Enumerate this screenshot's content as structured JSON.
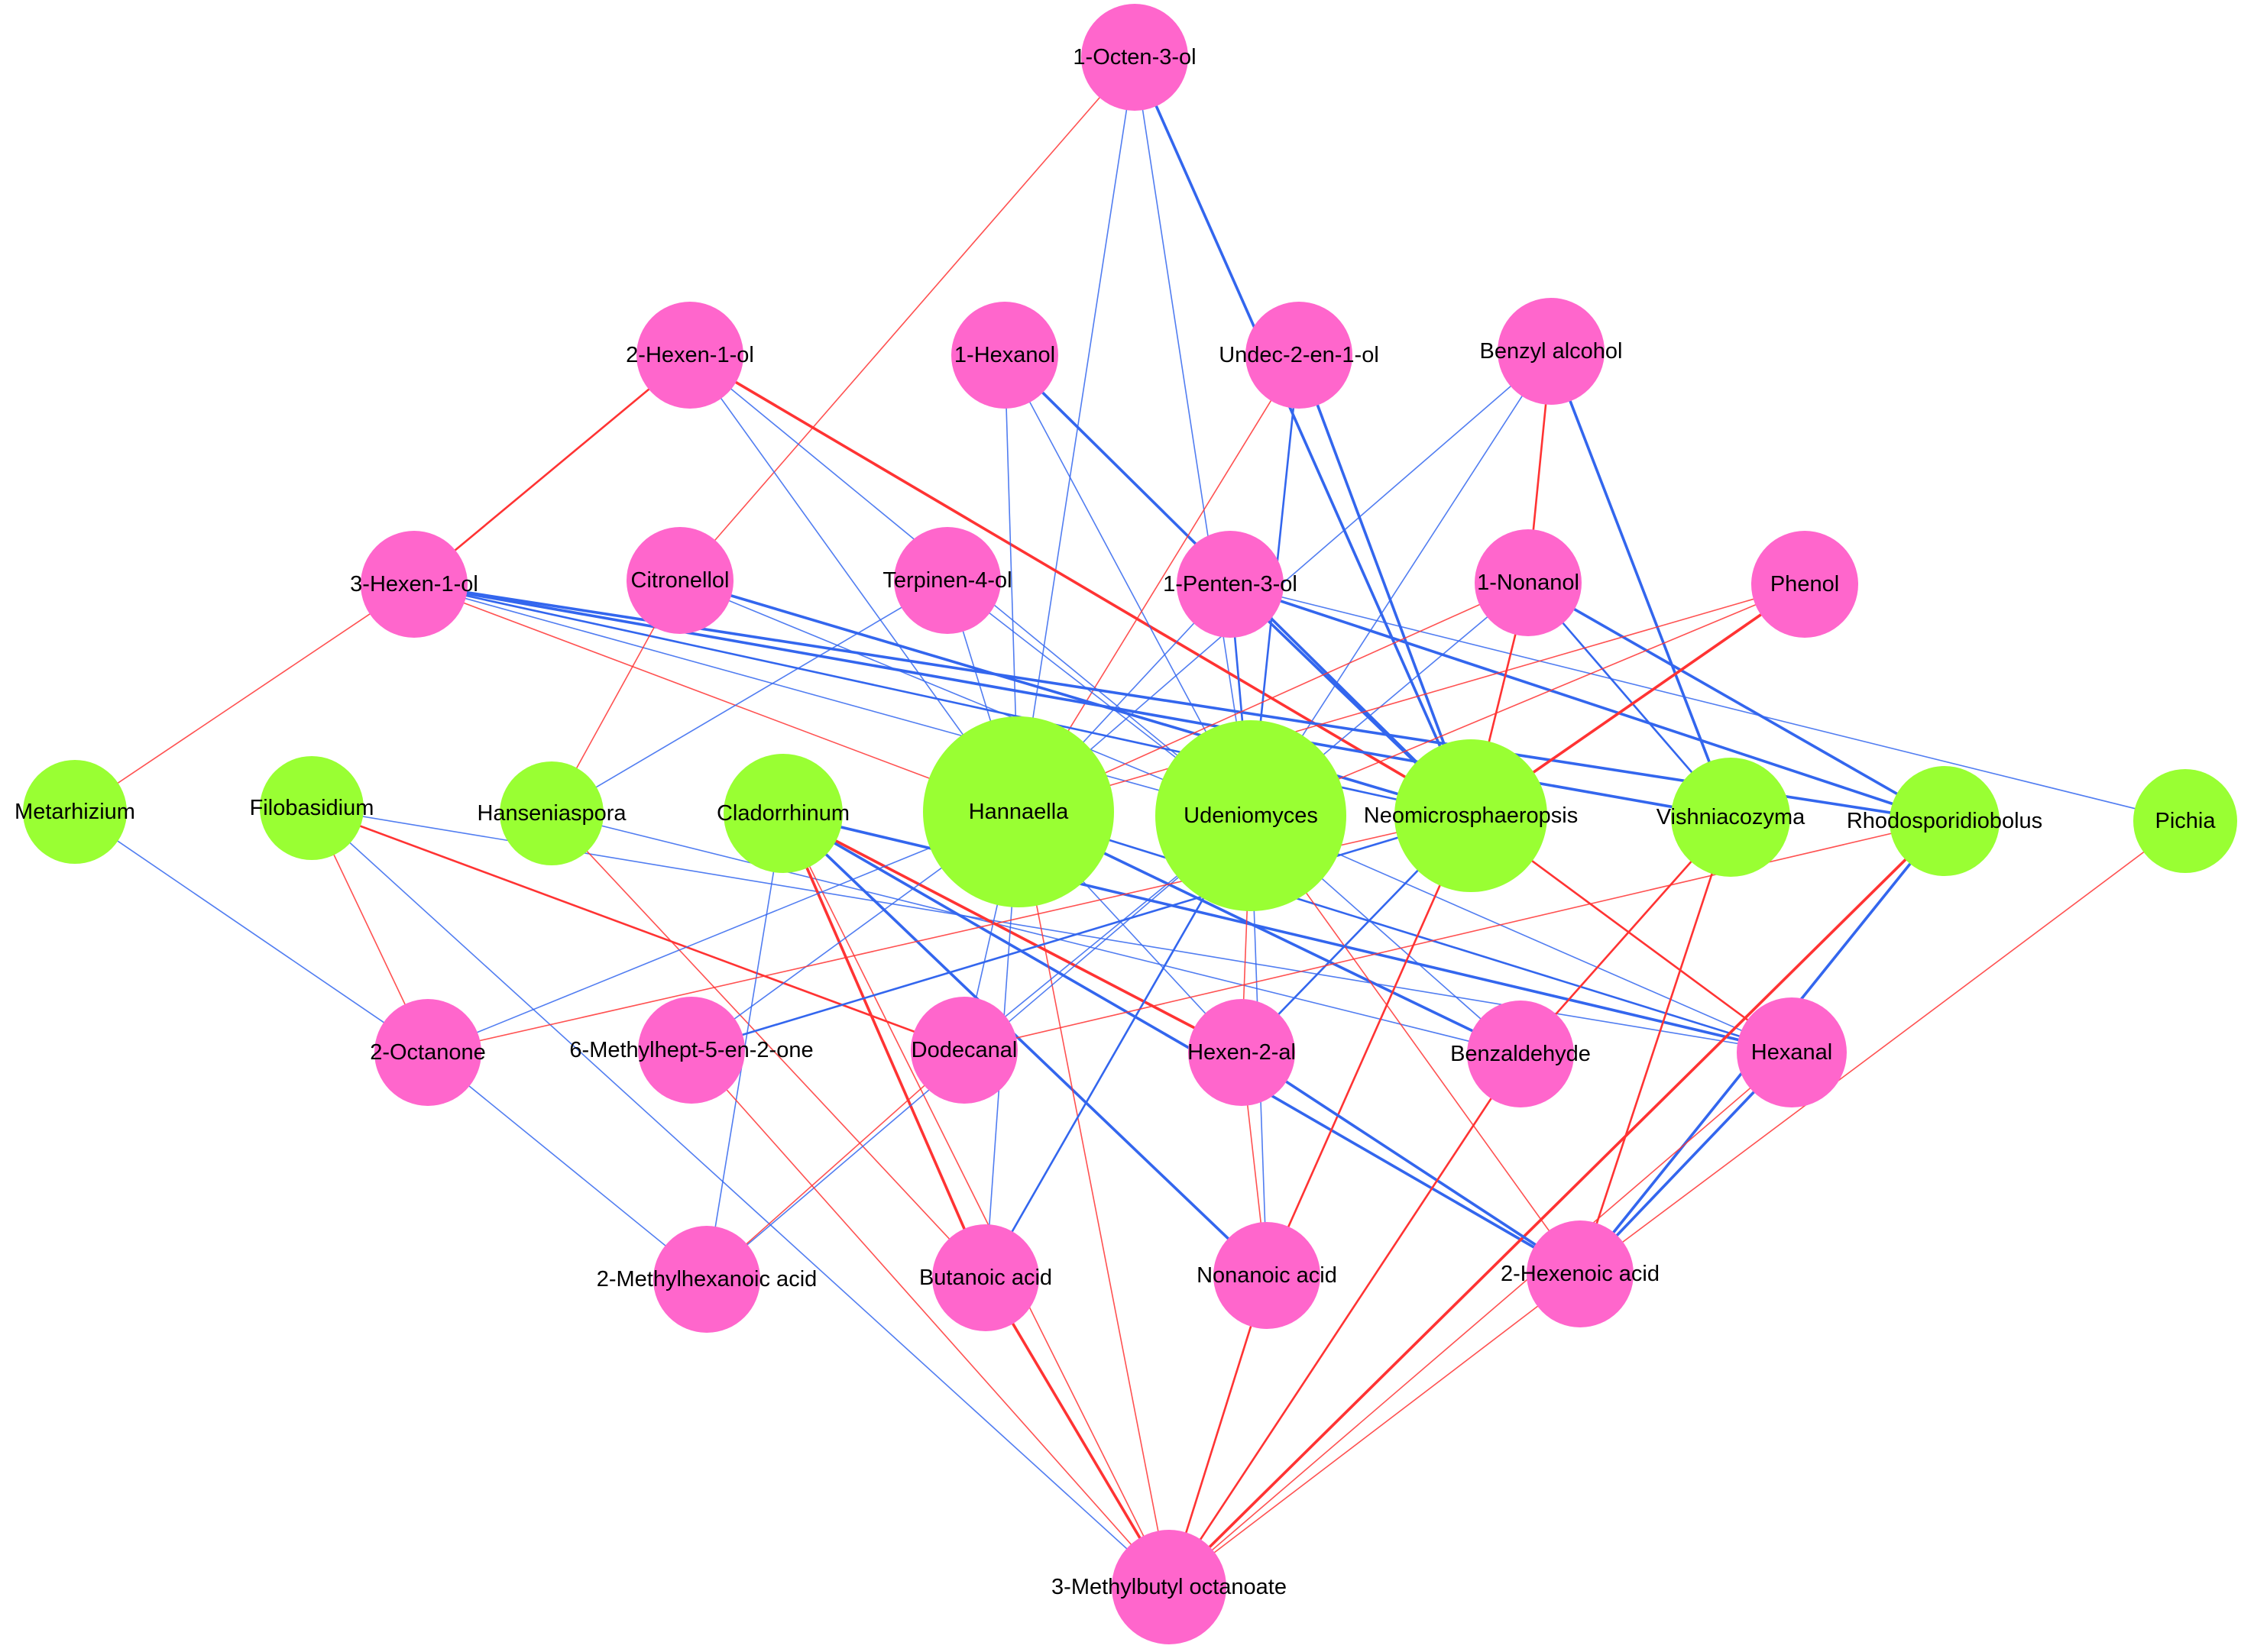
{
  "colors": {
    "compound": "#ff66cc",
    "microbe": "#99ff33",
    "positive": "#ff3333",
    "negative": "#3366ee"
  },
  "nodes": [
    {
      "id": "oct",
      "label": "1-Octen-3-ol",
      "kind": "compound"
    },
    {
      "id": "hx2",
      "label": "2-Hexen-1-ol",
      "kind": "compound"
    },
    {
      "id": "hex1",
      "label": "1-Hexanol",
      "kind": "compound"
    },
    {
      "id": "und",
      "label": "Undec-2-en-1-ol",
      "kind": "compound"
    },
    {
      "id": "benzA",
      "label": "Benzyl alcohol",
      "kind": "compound"
    },
    {
      "id": "hx3",
      "label": "3-Hexen-1-ol",
      "kind": "compound"
    },
    {
      "id": "cit",
      "label": "Citronellol",
      "kind": "compound"
    },
    {
      "id": "ter",
      "label": "Terpinen-4-ol",
      "kind": "compound"
    },
    {
      "id": "pen",
      "label": "1-Penten-3-ol",
      "kind": "compound"
    },
    {
      "id": "non1",
      "label": "1-Nonanol",
      "kind": "compound"
    },
    {
      "id": "phe",
      "label": "Phenol",
      "kind": "compound"
    },
    {
      "id": "met",
      "label": "Metarhizium",
      "kind": "microbe"
    },
    {
      "id": "fil",
      "label": "Filobasidium",
      "kind": "microbe"
    },
    {
      "id": "hans",
      "label": "Hanseniaspora",
      "kind": "microbe"
    },
    {
      "id": "clad",
      "label": "Cladorrhinum",
      "kind": "microbe"
    },
    {
      "id": "hann",
      "label": "Hannaella",
      "kind": "microbe"
    },
    {
      "id": "ude",
      "label": "Udeniomyces",
      "kind": "microbe"
    },
    {
      "id": "neo",
      "label": "Neomicrosphaeropsis",
      "kind": "microbe"
    },
    {
      "id": "vis",
      "label": "Vishniacozyma",
      "kind": "microbe"
    },
    {
      "id": "rho",
      "label": "Rhodosporidiobolus",
      "kind": "microbe"
    },
    {
      "id": "pic",
      "label": "Pichia",
      "kind": "microbe"
    },
    {
      "id": "oc2",
      "label": "2-Octanone",
      "kind": "compound"
    },
    {
      "id": "mhe",
      "label": "6-Methylhept-5-en-2-one",
      "kind": "compound"
    },
    {
      "id": "dod",
      "label": "Dodecanal",
      "kind": "compound"
    },
    {
      "id": "hxal2",
      "label": "Hexen-2-al",
      "kind": "compound"
    },
    {
      "id": "bzal",
      "label": "Benzaldehyde",
      "kind": "compound"
    },
    {
      "id": "hxl",
      "label": "Hexanal",
      "kind": "compound"
    },
    {
      "id": "mha",
      "label": "2-Methylhexanoic acid",
      "kind": "compound"
    },
    {
      "id": "but",
      "label": "Butanoic acid",
      "kind": "compound"
    },
    {
      "id": "nona",
      "label": "Nonanoic acid",
      "kind": "compound"
    },
    {
      "id": "hxa",
      "label": "2-Hexenoic acid",
      "kind": "compound"
    },
    {
      "id": "mbo",
      "label": "3-Methylbutyl octanoate",
      "kind": "compound"
    }
  ],
  "edges": [
    {
      "source": "oct",
      "target": "cit",
      "sign": "positive",
      "weight": 1
    },
    {
      "source": "oct",
      "target": "hann",
      "sign": "negative",
      "weight": 1
    },
    {
      "source": "oct",
      "target": "ude",
      "sign": "negative",
      "weight": 1
    },
    {
      "source": "oct",
      "target": "neo",
      "sign": "negative",
      "weight": 3
    },
    {
      "source": "hx2",
      "target": "hx3",
      "sign": "positive",
      "weight": 2
    },
    {
      "source": "hx2",
      "target": "neo",
      "sign": "positive",
      "weight": 3
    },
    {
      "source": "hx2",
      "target": "hann",
      "sign": "negative",
      "weight": 1
    },
    {
      "source": "hx2",
      "target": "ude",
      "sign": "negative",
      "weight": 1
    },
    {
      "source": "hex1",
      "target": "hann",
      "sign": "negative",
      "weight": 1
    },
    {
      "source": "hex1",
      "target": "ude",
      "sign": "negative",
      "weight": 1
    },
    {
      "source": "hex1",
      "target": "neo",
      "sign": "negative",
      "weight": 3
    },
    {
      "source": "und",
      "target": "hann",
      "sign": "positive",
      "weight": 1
    },
    {
      "source": "und",
      "target": "ude",
      "sign": "negative",
      "weight": 2
    },
    {
      "source": "und",
      "target": "neo",
      "sign": "negative",
      "weight": 3
    },
    {
      "source": "benzA",
      "target": "non1",
      "sign": "positive",
      "weight": 2
    },
    {
      "source": "benzA",
      "target": "vis",
      "sign": "negative",
      "weight": 3
    },
    {
      "source": "benzA",
      "target": "ude",
      "sign": "negative",
      "weight": 1
    },
    {
      "source": "benzA",
      "target": "hann",
      "sign": "negative",
      "weight": 1
    },
    {
      "source": "hx3",
      "target": "met",
      "sign": "positive",
      "weight": 1
    },
    {
      "source": "hx3",
      "target": "vis",
      "sign": "negative",
      "weight": 3
    },
    {
      "source": "hx3",
      "target": "rho",
      "sign": "negative",
      "weight": 3
    },
    {
      "source": "hx3",
      "target": "neo",
      "sign": "negative",
      "weight": 2
    },
    {
      "source": "hx3",
      "target": "ude",
      "sign": "negative",
      "weight": 1
    },
    {
      "source": "hx3",
      "target": "hann",
      "sign": "positive",
      "weight": 1
    },
    {
      "source": "cit",
      "target": "hans",
      "sign": "positive",
      "weight": 1
    },
    {
      "source": "cit",
      "target": "neo",
      "sign": "negative",
      "weight": 3
    },
    {
      "source": "cit",
      "target": "ude",
      "sign": "negative",
      "weight": 1
    },
    {
      "source": "ter",
      "target": "hans",
      "sign": "negative",
      "weight": 1
    },
    {
      "source": "ter",
      "target": "hann",
      "sign": "negative",
      "weight": 1
    },
    {
      "source": "ter",
      "target": "ude",
      "sign": "negative",
      "weight": 1
    },
    {
      "source": "pen",
      "target": "rho",
      "sign": "negative",
      "weight": 3
    },
    {
      "source": "pen",
      "target": "pic",
      "sign": "negative",
      "weight": 1
    },
    {
      "source": "pen",
      "target": "neo",
      "sign": "negative",
      "weight": 3
    },
    {
      "source": "pen",
      "target": "ude",
      "sign": "negative",
      "weight": 2
    },
    {
      "source": "pen",
      "target": "hann",
      "sign": "negative",
      "weight": 1
    },
    {
      "source": "non1",
      "target": "neo",
      "sign": "positive",
      "weight": 2
    },
    {
      "source": "non1",
      "target": "vis",
      "sign": "negative",
      "weight": 2
    },
    {
      "source": "non1",
      "target": "rho",
      "sign": "negative",
      "weight": 3
    },
    {
      "source": "non1",
      "target": "ude",
      "sign": "negative",
      "weight": 1
    },
    {
      "source": "non1",
      "target": "hann",
      "sign": "positive",
      "weight": 1
    },
    {
      "source": "phe",
      "target": "neo",
      "sign": "positive",
      "weight": 3
    },
    {
      "source": "phe",
      "target": "ude",
      "sign": "positive",
      "weight": 1
    },
    {
      "source": "phe",
      "target": "hann",
      "sign": "positive",
      "weight": 1
    },
    {
      "source": "met",
      "target": "oc2",
      "sign": "negative",
      "weight": 1
    },
    {
      "source": "fil",
      "target": "oc2",
      "sign": "positive",
      "weight": 1
    },
    {
      "source": "fil",
      "target": "dod",
      "sign": "positive",
      "weight": 2
    },
    {
      "source": "fil",
      "target": "mbo",
      "sign": "negative",
      "weight": 1
    },
    {
      "source": "fil",
      "target": "hxl",
      "sign": "negative",
      "weight": 1
    },
    {
      "source": "hans",
      "target": "but",
      "sign": "positive",
      "weight": 1
    },
    {
      "source": "hans",
      "target": "bzal",
      "sign": "negative",
      "weight": 1
    },
    {
      "source": "clad",
      "target": "but",
      "sign": "positive",
      "weight": 3
    },
    {
      "source": "clad",
      "target": "hxal2",
      "sign": "positive",
      "weight": 3
    },
    {
      "source": "clad",
      "target": "nona",
      "sign": "negative",
      "weight": 3
    },
    {
      "source": "clad",
      "target": "hxa",
      "sign": "negative",
      "weight": 3
    },
    {
      "source": "clad",
      "target": "hxl",
      "sign": "negative",
      "weight": 3
    },
    {
      "source": "clad",
      "target": "mha",
      "sign": "negative",
      "weight": 1
    },
    {
      "source": "clad",
      "target": "mbo",
      "sign": "positive",
      "weight": 1
    },
    {
      "source": "hann",
      "target": "oc2",
      "sign": "negative",
      "weight": 1
    },
    {
      "source": "hann",
      "target": "mhe",
      "sign": "negative",
      "weight": 1
    },
    {
      "source": "hann",
      "target": "dod",
      "sign": "negative",
      "weight": 1
    },
    {
      "source": "hann",
      "target": "hxal2",
      "sign": "negative",
      "weight": 1
    },
    {
      "source": "hann",
      "target": "bzal",
      "sign": "negative",
      "weight": 3
    },
    {
      "source": "hann",
      "target": "hxl",
      "sign": "negative",
      "weight": 2
    },
    {
      "source": "hann",
      "target": "but",
      "sign": "negative",
      "weight": 1
    },
    {
      "source": "hann",
      "target": "mbo",
      "sign": "positive",
      "weight": 1
    },
    {
      "source": "ude",
      "target": "dod",
      "sign": "negative",
      "weight": 1
    },
    {
      "source": "ude",
      "target": "hxal2",
      "sign": "positive",
      "weight": 1
    },
    {
      "source": "ude",
      "target": "bzal",
      "sign": "negative",
      "weight": 1
    },
    {
      "source": "ude",
      "target": "hxl",
      "sign": "negative",
      "weight": 1
    },
    {
      "source": "ude",
      "target": "mha",
      "sign": "negative",
      "weight": 1
    },
    {
      "source": "ude",
      "target": "but",
      "sign": "negative",
      "weight": 2
    },
    {
      "source": "ude",
      "target": "nona",
      "sign": "negative",
      "weight": 1
    },
    {
      "source": "ude",
      "target": "hxa",
      "sign": "positive",
      "weight": 1
    },
    {
      "source": "neo",
      "target": "hxal2",
      "sign": "negative",
      "weight": 2
    },
    {
      "source": "neo",
      "target": "hxl",
      "sign": "positive",
      "weight": 2
    },
    {
      "source": "neo",
      "target": "nona",
      "sign": "positive",
      "weight": 2
    },
    {
      "source": "neo",
      "target": "mhe",
      "sign": "negative",
      "weight": 2
    },
    {
      "source": "neo",
      "target": "oc2",
      "sign": "positive",
      "weight": 1
    },
    {
      "source": "vis",
      "target": "bzal",
      "sign": "positive",
      "weight": 2
    },
    {
      "source": "vis",
      "target": "hxa",
      "sign": "positive",
      "weight": 2
    },
    {
      "source": "rho",
      "target": "mbo",
      "sign": "positive",
      "weight": 3
    },
    {
      "source": "rho",
      "target": "hxa",
      "sign": "negative",
      "weight": 3
    },
    {
      "source": "rho",
      "target": "dod",
      "sign": "positive",
      "weight": 1
    },
    {
      "source": "pic",
      "target": "hxa",
      "sign": "positive",
      "weight": 1
    },
    {
      "source": "oc2",
      "target": "mha",
      "sign": "negative",
      "weight": 1
    },
    {
      "source": "mhe",
      "target": "mbo",
      "sign": "positive",
      "weight": 1
    },
    {
      "source": "dod",
      "target": "mha",
      "sign": "positive",
      "weight": 1
    },
    {
      "source": "hxal2",
      "target": "nona",
      "sign": "positive",
      "weight": 1
    },
    {
      "source": "hxal2",
      "target": "hxa",
      "sign": "negative",
      "weight": 3
    },
    {
      "source": "bzal",
      "target": "mbo",
      "sign": "positive",
      "weight": 2
    },
    {
      "source": "hxl",
      "target": "hxa",
      "sign": "negative",
      "weight": 3
    },
    {
      "source": "hxl",
      "target": "mbo",
      "sign": "positive",
      "weight": 1
    },
    {
      "source": "but",
      "target": "mbo",
      "sign": "positive",
      "weight": 3
    },
    {
      "source": "nona",
      "target": "mbo",
      "sign": "positive",
      "weight": 2
    },
    {
      "source": "hxa",
      "target": "mbo",
      "sign": "positive",
      "weight": 1
    }
  ]
}
